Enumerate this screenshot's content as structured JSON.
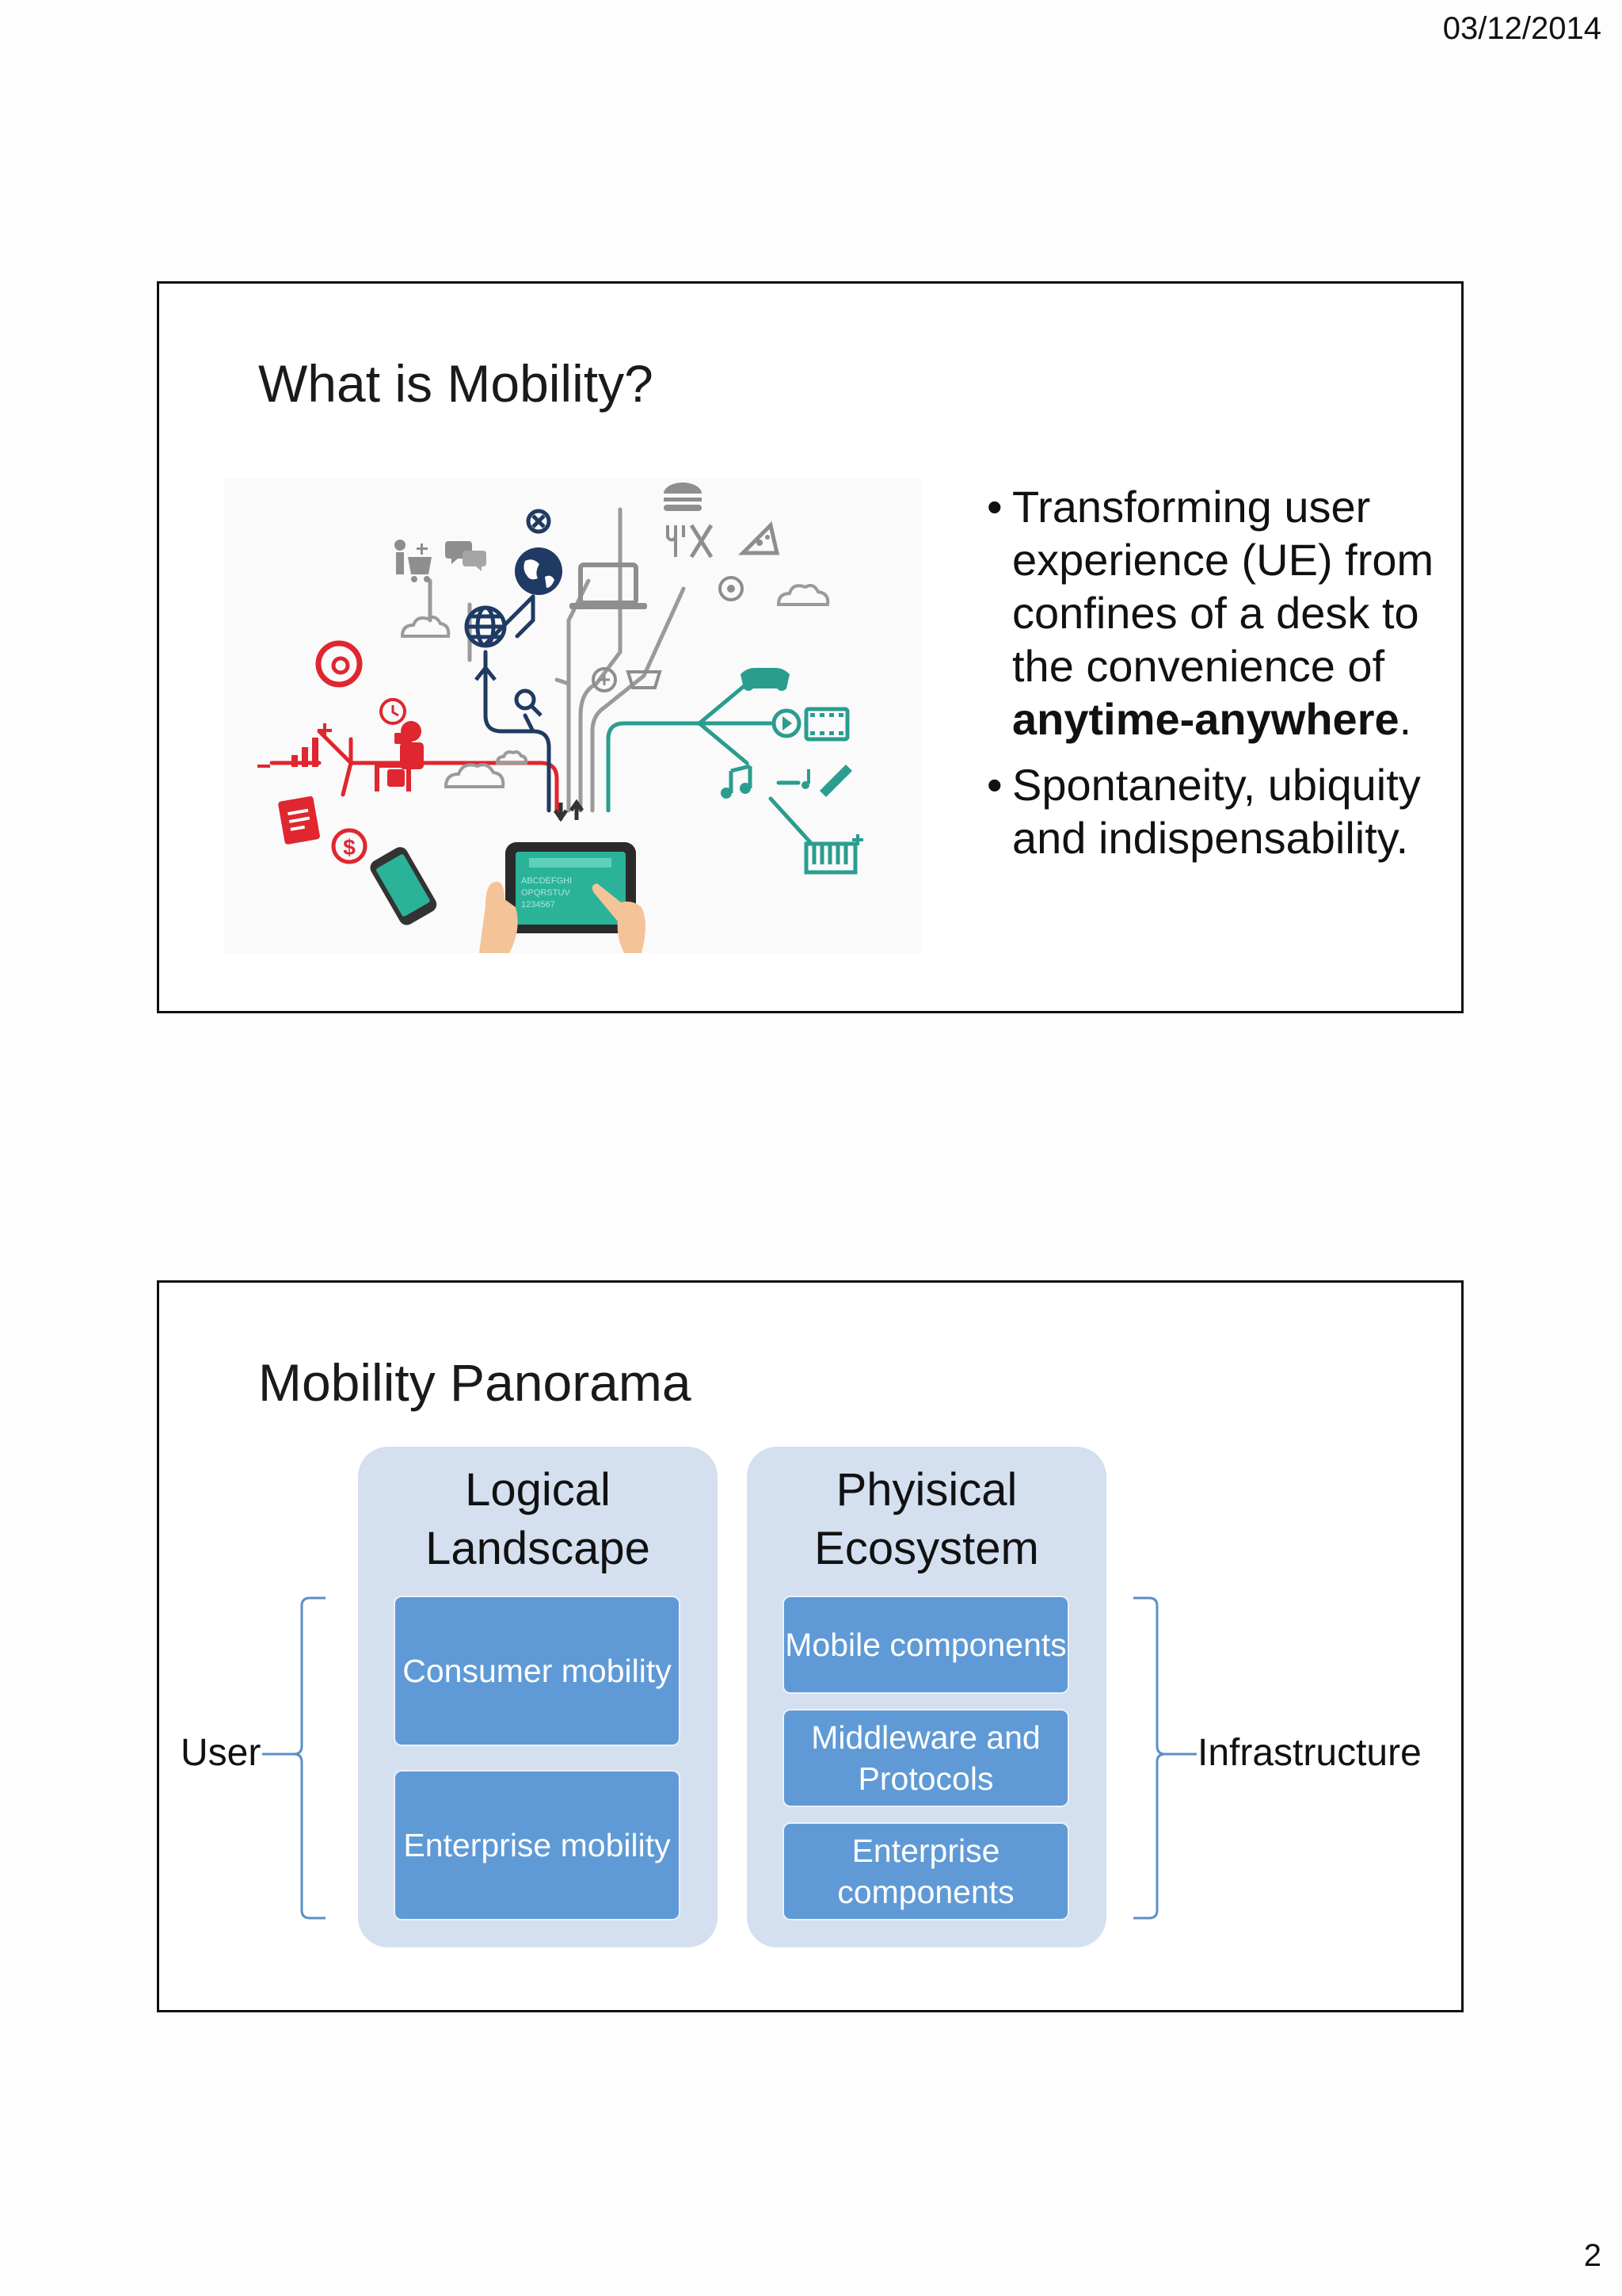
{
  "header": {
    "date": "03/12/2014"
  },
  "footer": {
    "page_number": "2"
  },
  "slide1": {
    "title": "What is Mobility?",
    "bullets": [
      {
        "text": "Transforming user experience (UE) from confines of a desk to the convenience of ",
        "bold": "anytime-anywhere",
        "tail": "."
      },
      {
        "text": "Spontaneity, ubiquity and indispensability."
      }
    ],
    "illustration": {
      "keyboard_rows": [
        "ABCDEFGHI",
        "OPQRSTUV",
        "1234567"
      ],
      "colors": {
        "red": "#e0262f",
        "gray": "#8e8e8e",
        "navy": "#1f3a63",
        "teal": "#2a9d8f",
        "tablet": "#2bb39a",
        "hand": "#f5c398"
      }
    }
  },
  "slide2": {
    "title": "Mobility Panorama",
    "left_label": "User",
    "right_label": "Infrastructure",
    "groups": [
      {
        "title_line1": "Logical",
        "title_line2": "Landscape",
        "items": [
          "Consumer mobility",
          "Enterprise mobility"
        ]
      },
      {
        "title_line1": "Phyisical",
        "title_line2": "Ecosystem",
        "items": [
          "Mobile components",
          "Middleware and Protocols",
          "Enterprise components"
        ]
      }
    ],
    "colors": {
      "group_bg": "#d4dfef",
      "item_bg": "#5f9ad6",
      "brace": "#5b8fc7"
    }
  }
}
